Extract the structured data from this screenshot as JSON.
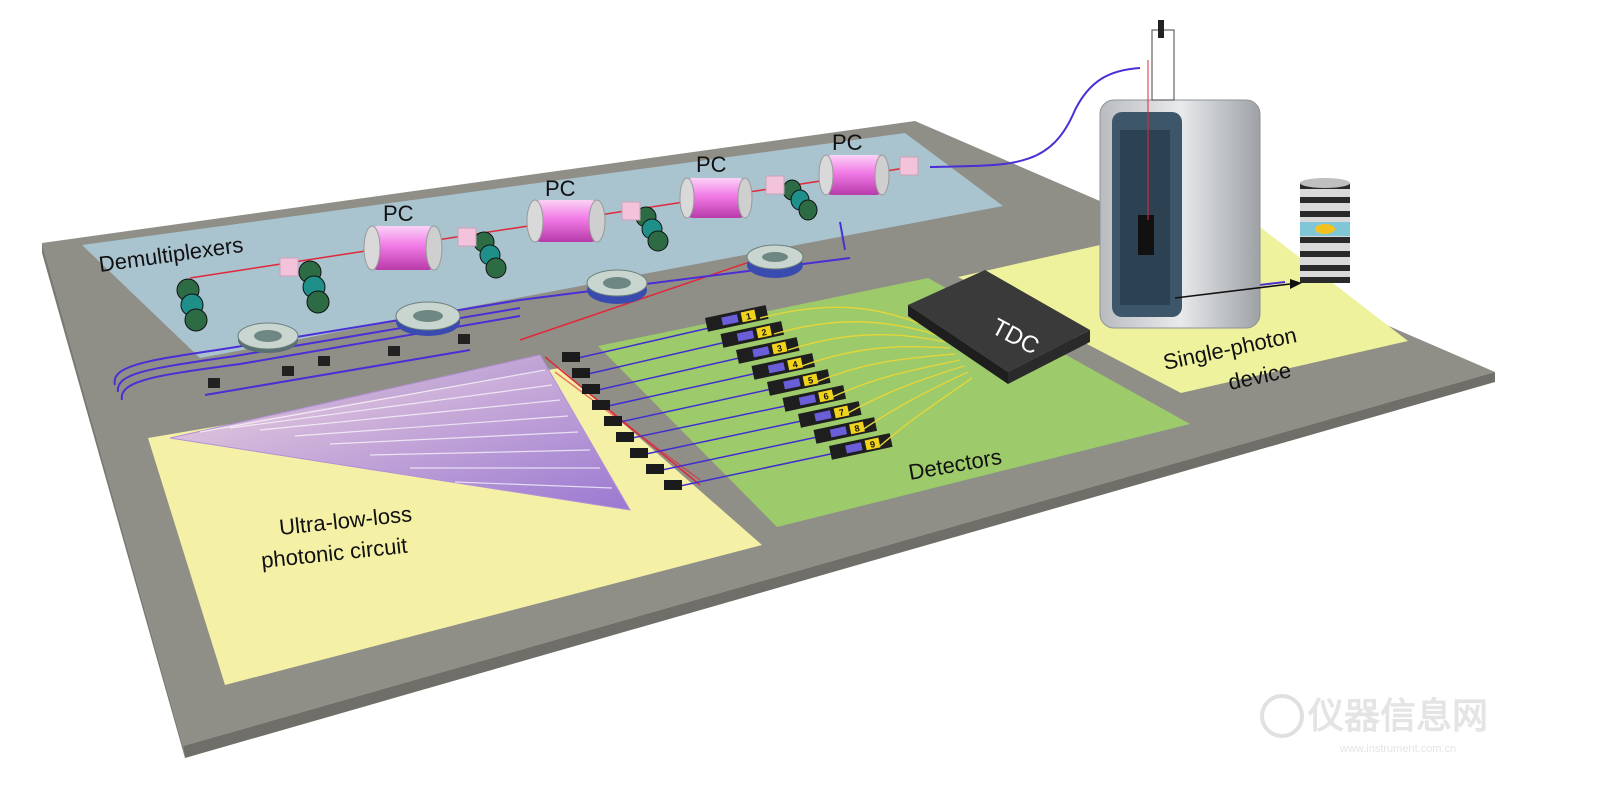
{
  "labels": {
    "demultiplexers": "Demultiplexers",
    "pc": [
      "PC",
      "PC",
      "PC",
      "PC"
    ],
    "tdc": "TDC",
    "detectors": "Detectors",
    "circuit_line1": "Ultra-low-loss",
    "circuit_line2": "photonic circuit",
    "device_line1": "Single-photon",
    "device_line2": "device",
    "watermark": "仪器信息网",
    "watermark_url": "www.instrument.com.cn"
  },
  "detector_channels": [
    "1",
    "2",
    "3",
    "4",
    "5",
    "6",
    "7",
    "8",
    "9"
  ],
  "colors": {
    "base_plate": "#8f8e87",
    "demux_panel": "#a9c3cf",
    "circuit_panel": "#f4f0a6",
    "detectors_panel": "#9dca6a",
    "device_panel": "#eef29c",
    "pc_body": "#f17ae6",
    "fiber": "#4a2fd6",
    "laser": "#e0283a",
    "detector_wire": "#e3d63a",
    "tdc_box": "#2b2b2b"
  }
}
